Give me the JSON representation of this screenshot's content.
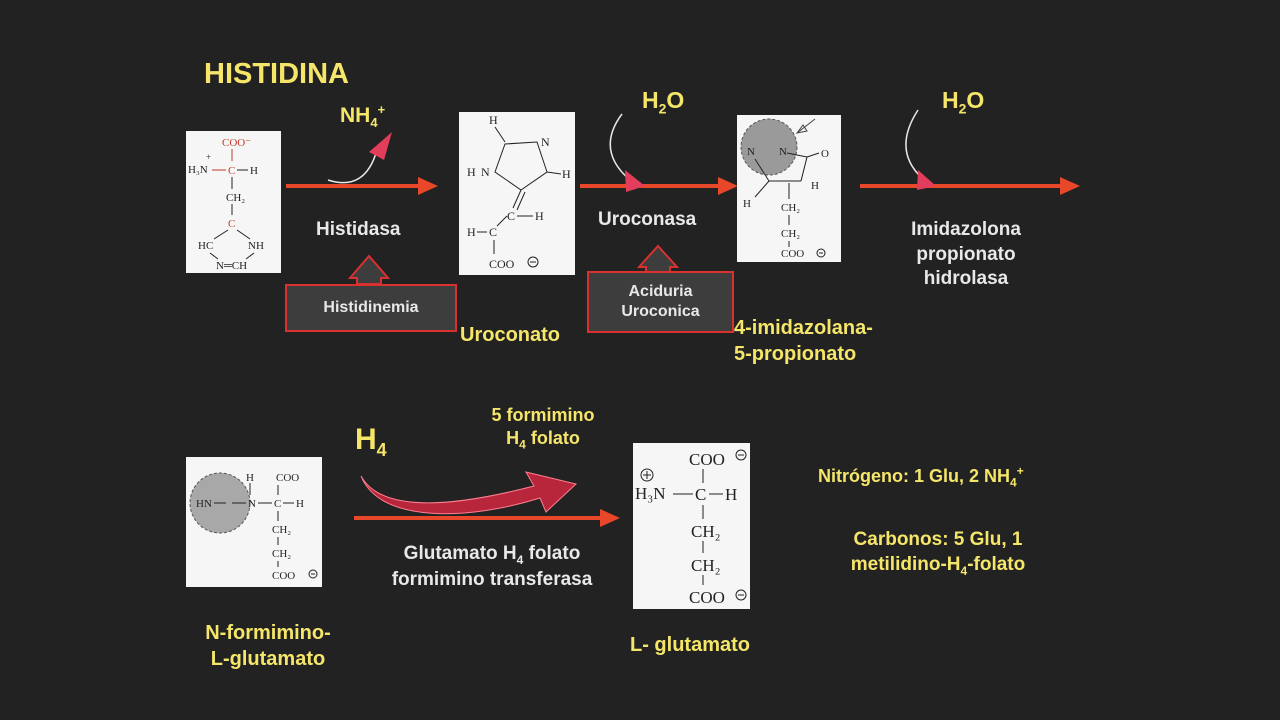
{
  "title": "HISTIDINA",
  "colors": {
    "yellow": "#f5e66a",
    "arrow": "#e8472a",
    "red_box_border": "#d93030",
    "background": "#222222"
  },
  "top": {
    "nh4": {
      "base": "NH",
      "sub": "4",
      "sup": "+"
    },
    "h2o_1": {
      "base": "H",
      "sub": "2",
      "tail": "O"
    },
    "h2o_2": {
      "base": "H",
      "sub": "2",
      "tail": "O"
    },
    "histidasa": "Histidasa",
    "uroconasa": "Uroconasa",
    "enzyme3": [
      "Imidazolona",
      "propionato",
      "hidrolasa"
    ],
    "histidinemia": "Histidinemia",
    "aciduria": [
      "Aciduria",
      "Uroconica"
    ],
    "uroconato": "Uroconato",
    "imidazolona_product": [
      "4-imidazolana-",
      "5-propionato"
    ]
  },
  "bottom": {
    "h4": {
      "base": "H",
      "sub": "4"
    },
    "formimino_folato": {
      "line1": "5 formimino",
      "line2_base": "H",
      "line2_sub": "4",
      "line2_tail": " folato"
    },
    "enzyme4_line1": {
      "base": "Glutamato H",
      "sub": "4",
      "tail": " folato"
    },
    "enzyme4_line2": "formimino transferasa",
    "n_formimino": [
      "N-formimino-",
      "L-glutamato"
    ],
    "l_glutamato": "L- glutamato",
    "nitrogeno": {
      "base": "Nitrógeno: 1 Glu, 2 NH",
      "sub": "4",
      "sup": "+"
    },
    "carbonos_line1": "Carbonos: 5 Glu, 1",
    "carbonos_line2": {
      "base": "metilidino-H",
      "sub": "4",
      "tail": "-folato"
    }
  }
}
